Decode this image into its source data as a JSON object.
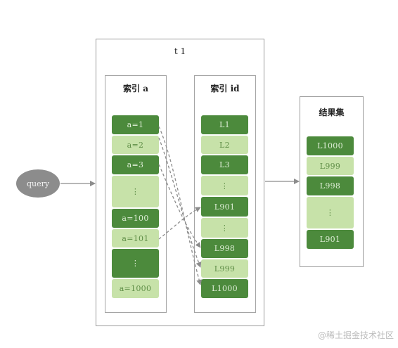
{
  "table_title": "t 1",
  "query_label": "query",
  "index_a": {
    "title": "索引 a",
    "cells": [
      {
        "label": "a=1",
        "shade": "dark"
      },
      {
        "label": "a=2",
        "shade": "light"
      },
      {
        "label": "a=3",
        "shade": "dark"
      },
      {
        "label": "⋮",
        "shade": "light"
      },
      {
        "label": "a=100",
        "shade": "dark"
      },
      {
        "label": "a=101",
        "shade": "light"
      },
      {
        "label": "⋮",
        "shade": "dark"
      },
      {
        "label": "a=1000",
        "shade": "light"
      }
    ]
  },
  "index_id": {
    "title": "索引 id",
    "cells": [
      {
        "label": "L1",
        "shade": "dark"
      },
      {
        "label": "L2",
        "shade": "light"
      },
      {
        "label": "L3",
        "shade": "dark"
      },
      {
        "label": "⋮",
        "shade": "light"
      },
      {
        "label": "L901",
        "shade": "dark"
      },
      {
        "label": "⋮",
        "shade": "light"
      },
      {
        "label": "L998",
        "shade": "dark"
      },
      {
        "label": "L999",
        "shade": "light"
      },
      {
        "label": "L1000",
        "shade": "dark"
      }
    ]
  },
  "result_set": {
    "title": "结果集",
    "cells": [
      {
        "label": "L1000",
        "shade": "dark"
      },
      {
        "label": "L999",
        "shade": "light"
      },
      {
        "label": "L998",
        "shade": "dark"
      },
      {
        "label": "⋮",
        "shade": "light"
      },
      {
        "label": "L901",
        "shade": "dark"
      }
    ]
  },
  "watermark": "@稀土掘金技术社区",
  "colors": {
    "dark_green": "#4c8a3c",
    "light_green": "#c7e2a9",
    "box_border": "#9a9a9a",
    "arrow": "#8c8c8c",
    "query_fill": "#8c8c8c"
  }
}
